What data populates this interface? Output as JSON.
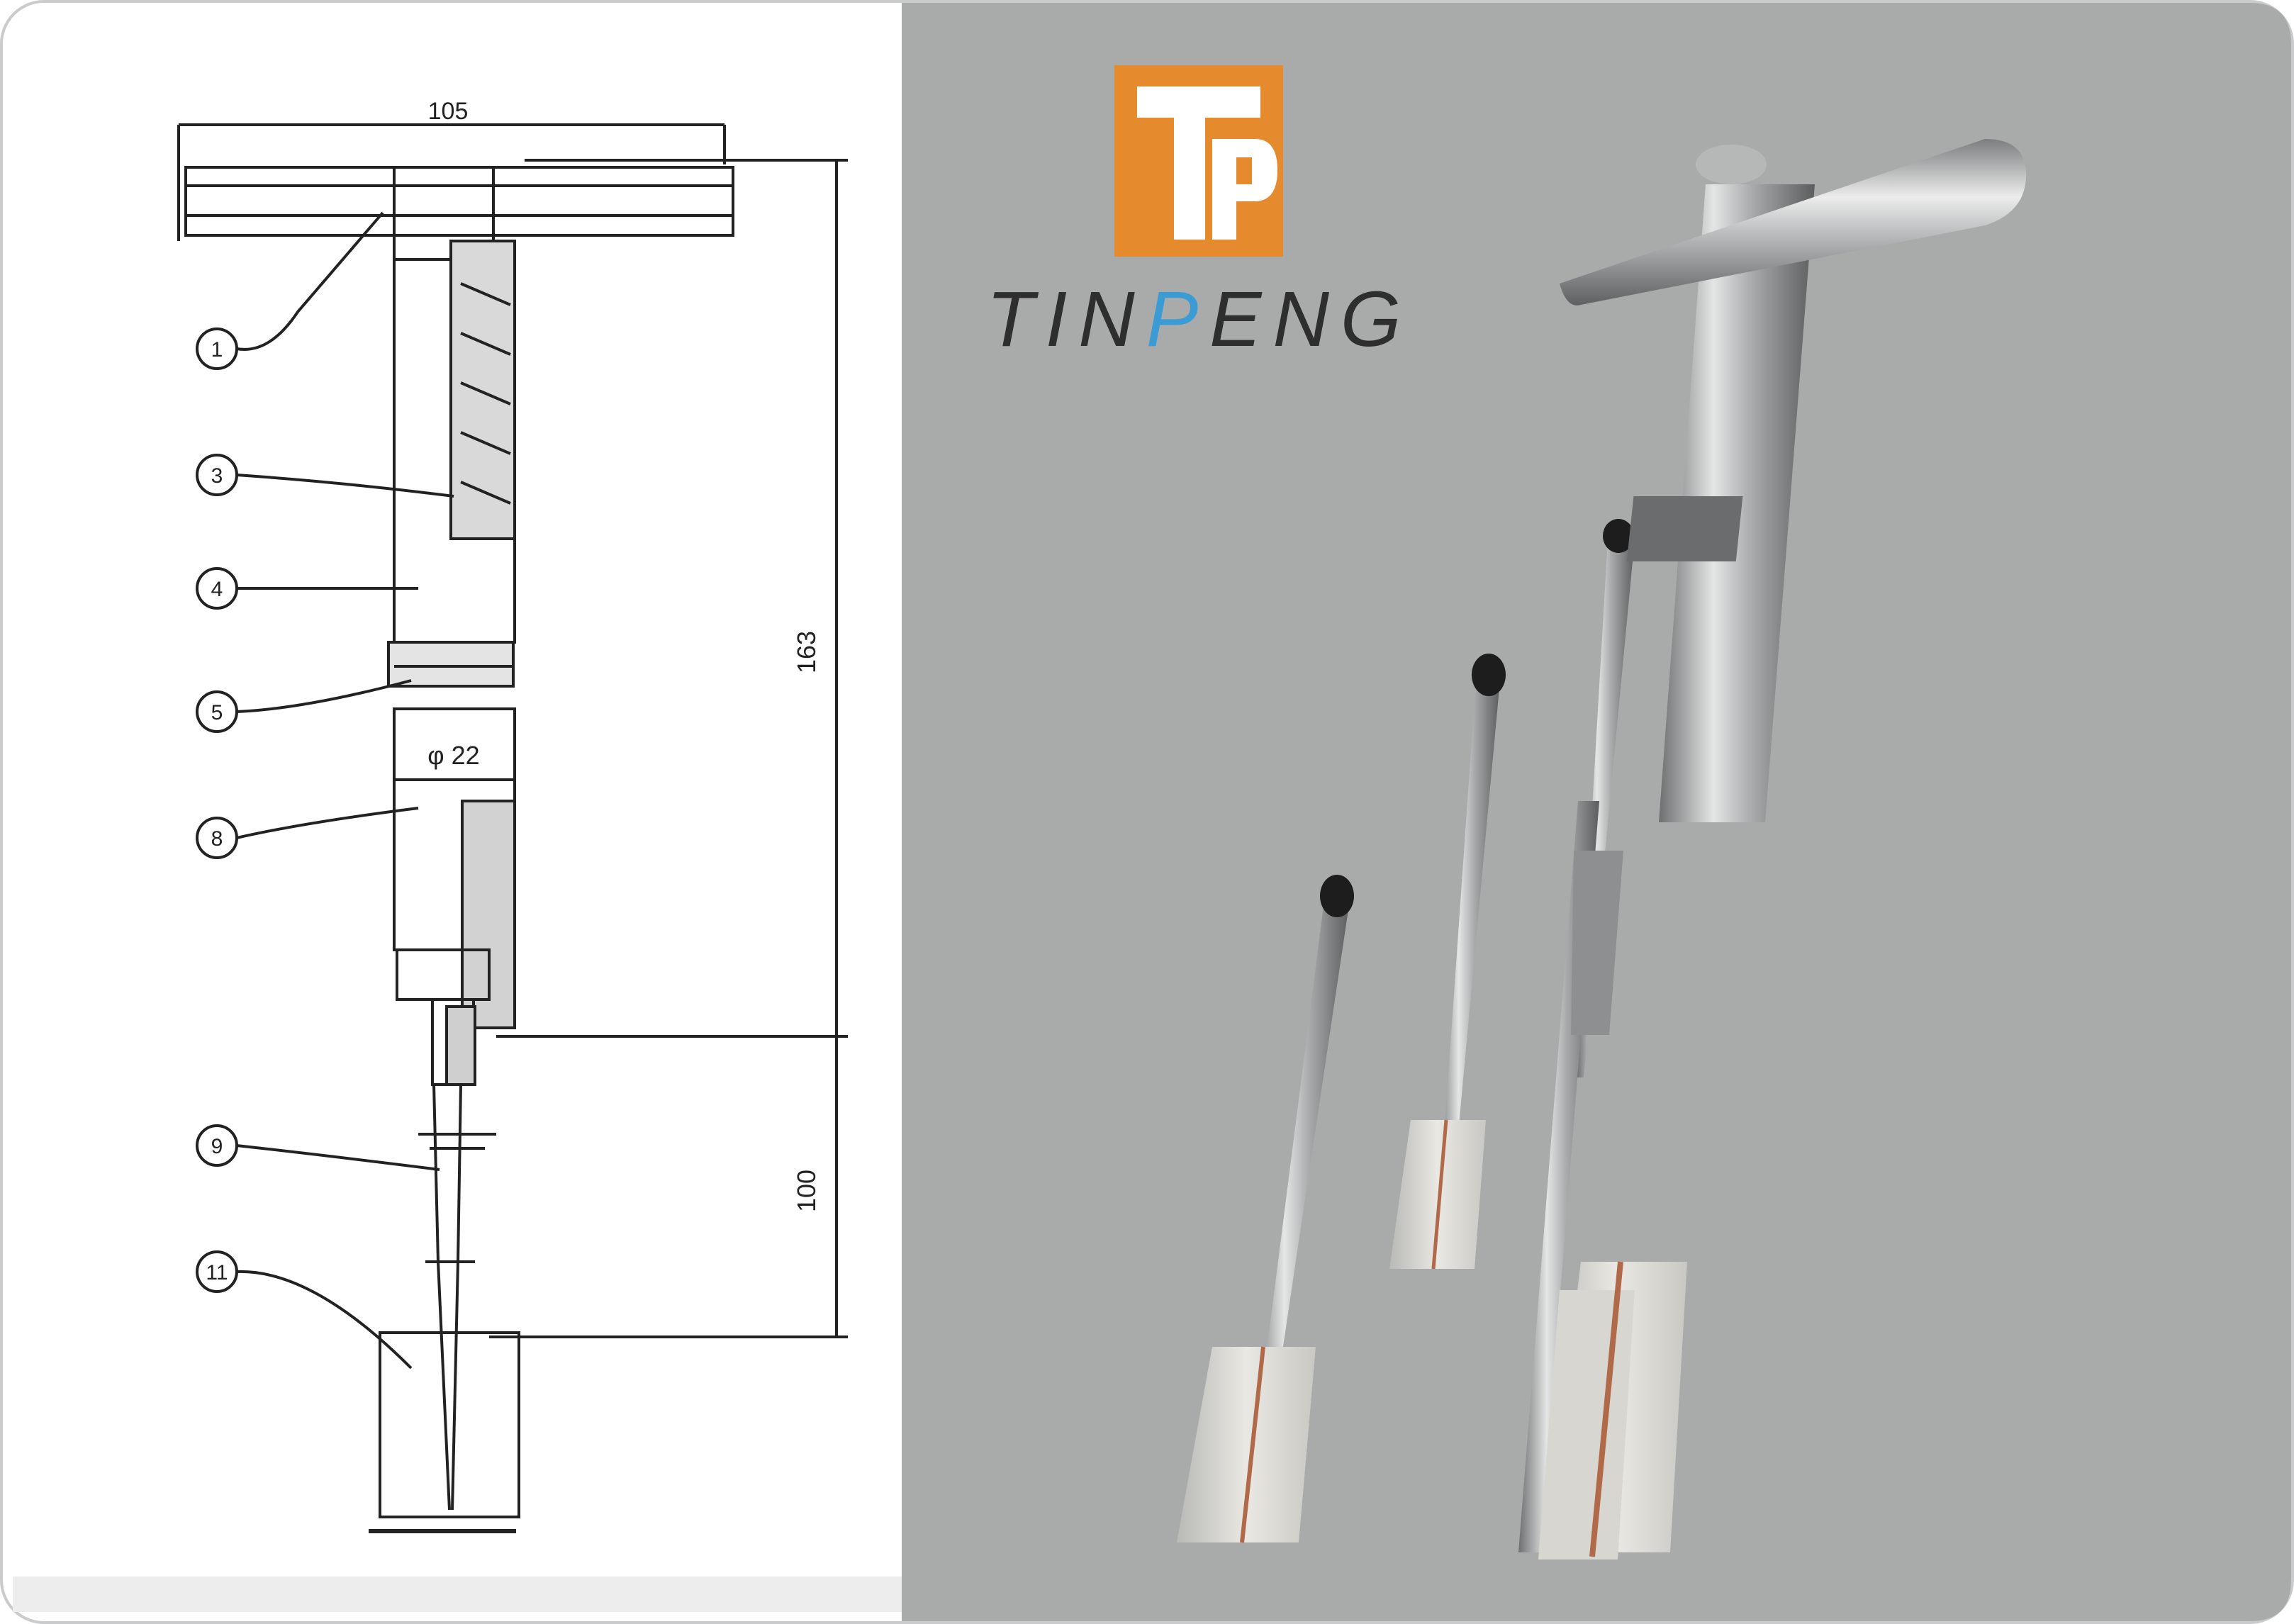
{
  "brand": {
    "logo_letters": "TP",
    "name_part1": "TIN",
    "name_part2": "P",
    "name_part3": "ENG",
    "colors": {
      "logo_orange": "#E58B2E",
      "text_dark": "#2E2E2E",
      "accent_blue": "#3B9BD5"
    }
  },
  "drawing": {
    "dim_width": "105",
    "dim_upper_height": "163",
    "dim_lower_height": "100",
    "dim_diameter": "φ 22",
    "callouts": [
      "1",
      "3",
      "4",
      "5",
      "8",
      "9",
      "11"
    ]
  },
  "photo": {
    "background_color": "#A9ABAB",
    "objects": [
      "t-handle-vane-tester",
      "small-vane-a",
      "small-vane-b",
      "tapered-spike"
    ]
  }
}
